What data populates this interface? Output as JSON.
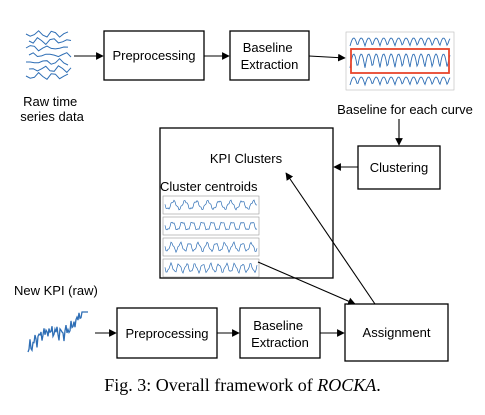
{
  "nodes": {
    "raw_data_label": [
      "Raw time",
      "series data"
    ],
    "preprocessing_top": "Preprocessing",
    "baseline_top": [
      "Baseline",
      "Extraction"
    ],
    "baseline_each_curve": "Baseline for each curve",
    "clustering": "Clustering",
    "kpi_clusters": "KPI Clusters",
    "cluster_centroids": "Cluster centroids",
    "new_kpi_label": "New KPI (raw)",
    "preprocessing_bottom": "Preprocessing",
    "baseline_bottom": [
      "Baseline",
      "Extraction"
    ],
    "assignment": "Assignment"
  },
  "caption": {
    "prefix": "Fig. 3: Overall framework of ",
    "name": "ROCKA",
    "suffix": "."
  },
  "colors": {
    "series_blue": "#2e6eb5",
    "highlight_red": "#e8452c",
    "box_border": "#000000"
  }
}
